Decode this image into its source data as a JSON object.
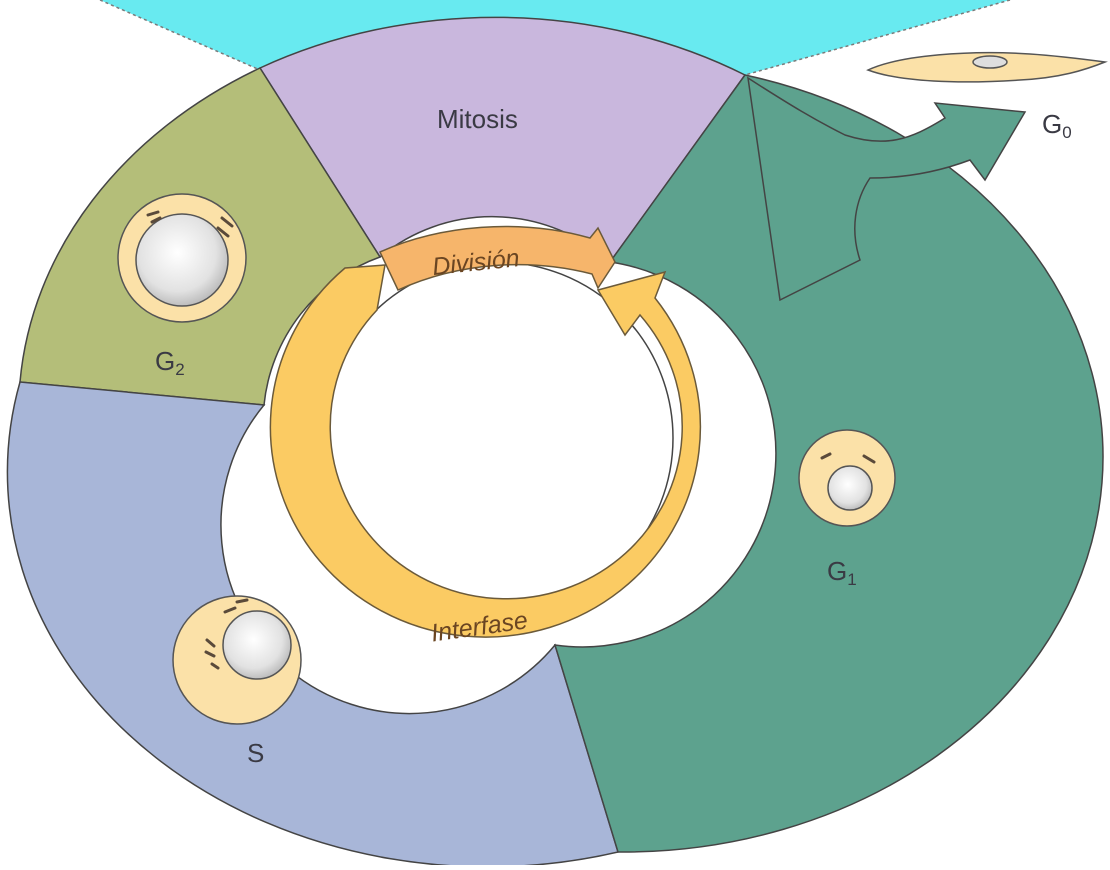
{
  "phases": {
    "mitosis": "Mitosis",
    "g2": {
      "main": "G",
      "sub": "2"
    },
    "s": "S",
    "g1": {
      "main": "G",
      "sub": "1"
    },
    "g0": {
      "main": "G",
      "sub": "0"
    }
  },
  "cycle_labels": {
    "division": "División",
    "interfase": "Interfase"
  },
  "colors": {
    "mitosis": "#c9b7dd",
    "g2": "#b4be79",
    "s": "#a8b6d8",
    "g1": "#5da28e",
    "top_band": "#68eaf0",
    "cell_cytoplasm": "#fbe1a8",
    "nucleus": "#dedede",
    "arrow_ring": "#fbcb63",
    "arrow_division": "#f6b56b"
  }
}
